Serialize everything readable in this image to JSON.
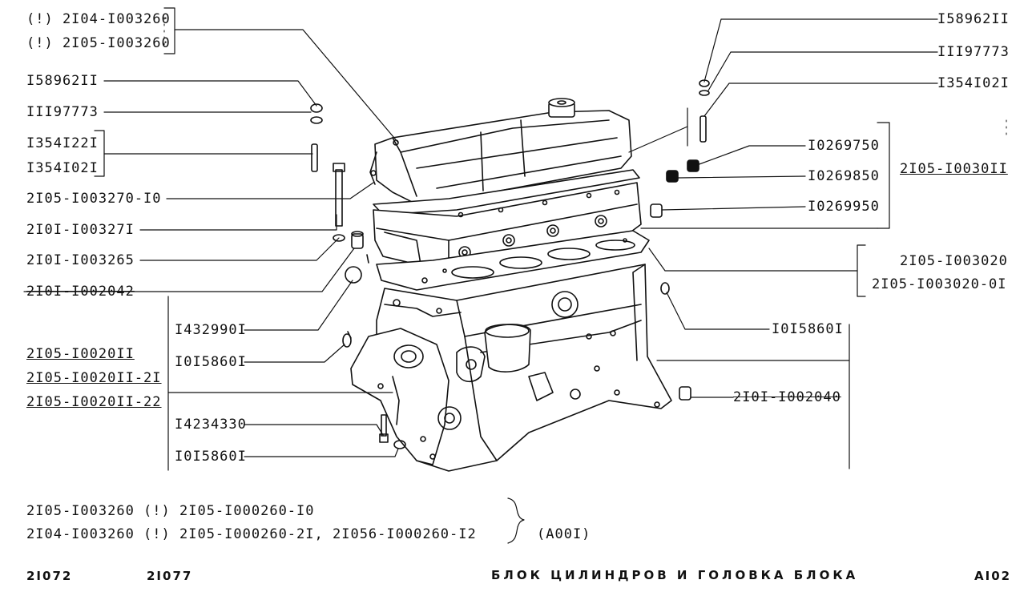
{
  "labels": {
    "top_left_1": "(!) 2I04-I003260",
    "top_left_2": "(!) 2I05-I003260",
    "l_158962": "I58962II",
    "l_111977": "III97773",
    "l_1354122": "I354I22I",
    "l_1354102": "I354I02I",
    "l_210327010": "2I05-I003270-I0",
    "l_2101327": "2I0I-I00327I",
    "l_2101265": "2I0I-I003265",
    "l_2101042": "2I0I-I002042",
    "l_block_1": "2I05-I0020II",
    "l_block_2": "2I05-I0020II-2I",
    "l_block_3": "2I05-I0020II-22",
    "l_1432990": "I432990I",
    "l_1015860_a": "I0I5860I",
    "l_1423433": "I4234330",
    "l_1015860_b": "I0I5860I",
    "r_158962": "I58962II",
    "r_111977": "III97773",
    "r_1354102": "I354I02I",
    "r_10269750": "I0269750",
    "r_10269850": "I0269850",
    "r_10269950": "I0269950",
    "r_group": "2I05-I0030II",
    "r_gasket_1": "2I05-I003020",
    "r_gasket_2": "2I05-I003020-0I",
    "r_1015860": "I0I5860I",
    "r_2101040": "2I0I-I002040"
  },
  "notes": {
    "line1": "2I05-I003260 (!) 2I05-I000260-I0",
    "line2": "2I04-I003260 (!) 2I05-I000260-2I,  2I056-I000260-I2",
    "code": "(A00I)"
  },
  "footer": {
    "model1": "2I072",
    "model2": "2I077",
    "title": "БЛОК  ЦИЛИНДРОВ  И  ГОЛОВКА  БЛОКА",
    "page": "AI02"
  }
}
